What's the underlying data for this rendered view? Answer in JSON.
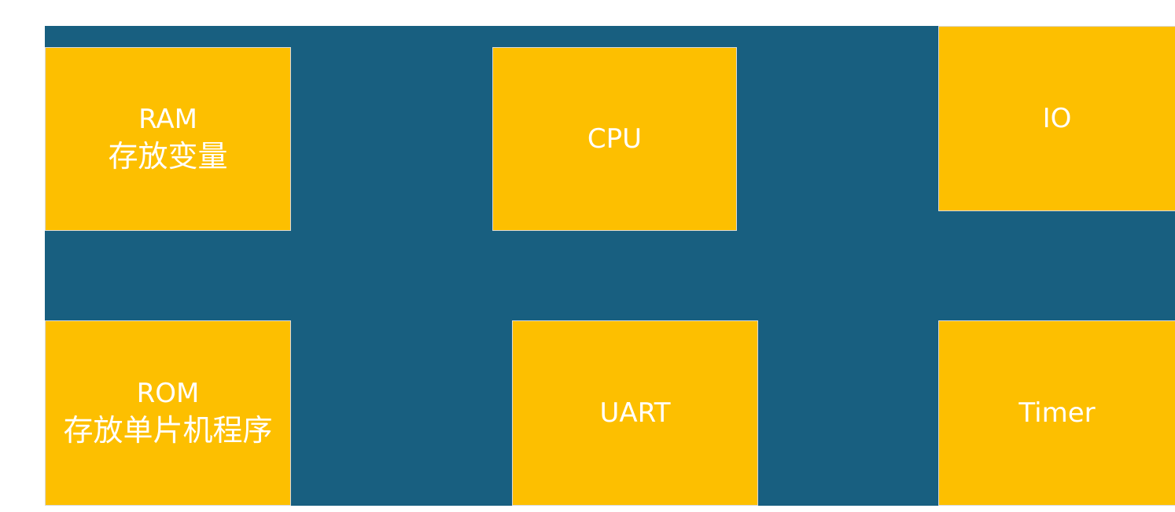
{
  "blocks": {
    "ram": {
      "name": "RAM",
      "desc": "存放变量"
    },
    "cpu": {
      "name": "CPU"
    },
    "io": {
      "name": "IO"
    },
    "rom": {
      "name": "ROM",
      "desc": "存放单片机程序"
    },
    "uart": {
      "name": "UART"
    },
    "timer": {
      "name": "Timer"
    }
  },
  "colors": {
    "background": "#185f80",
    "block": "#fdbf00",
    "text": "#ffffff"
  }
}
